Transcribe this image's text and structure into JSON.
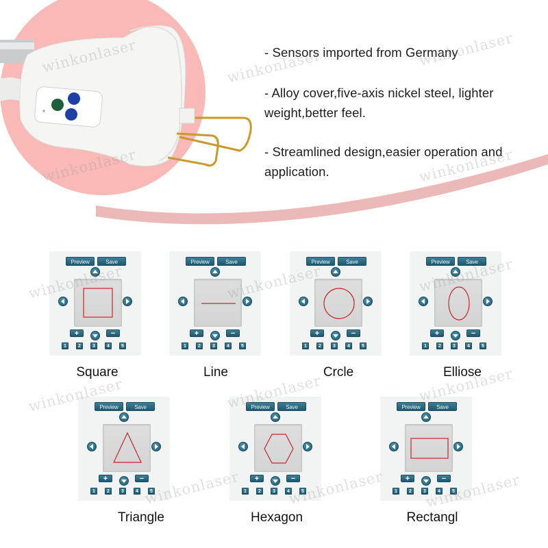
{
  "hero": {
    "features": [
      "- Sensors imported from Germany",
      "- Alloy cover,five-axis nickel steel, lighter weight,better feel.",
      "- Streamlined design,easier operation and application."
    ],
    "colors": {
      "accent_circle": "#f9b6b3",
      "swoosh": "#e8b0ae",
      "handpiece": "#f4f4f2",
      "wire": "#c89a2a"
    }
  },
  "panel_controls": {
    "preview_label": "Preview",
    "save_label": "Save",
    "plus_label": "+",
    "minus_label": "−",
    "numbers": [
      "1",
      "2",
      "3",
      "4",
      "5"
    ],
    "button_color": "#2a6a82",
    "shape_color": "#c8272d"
  },
  "shapes": [
    {
      "label": "Square",
      "shape": "square"
    },
    {
      "label": "Line",
      "shape": "line"
    },
    {
      "label": "Crcle",
      "shape": "circle"
    },
    {
      "label": "Elliose",
      "shape": "ellipse"
    },
    {
      "label": "Triangle",
      "shape": "triangle"
    },
    {
      "label": "Hexagon",
      "shape": "hexagon"
    },
    {
      "label": "Rectangl",
      "shape": "rectangle"
    }
  ],
  "watermark": "winkonlaser"
}
